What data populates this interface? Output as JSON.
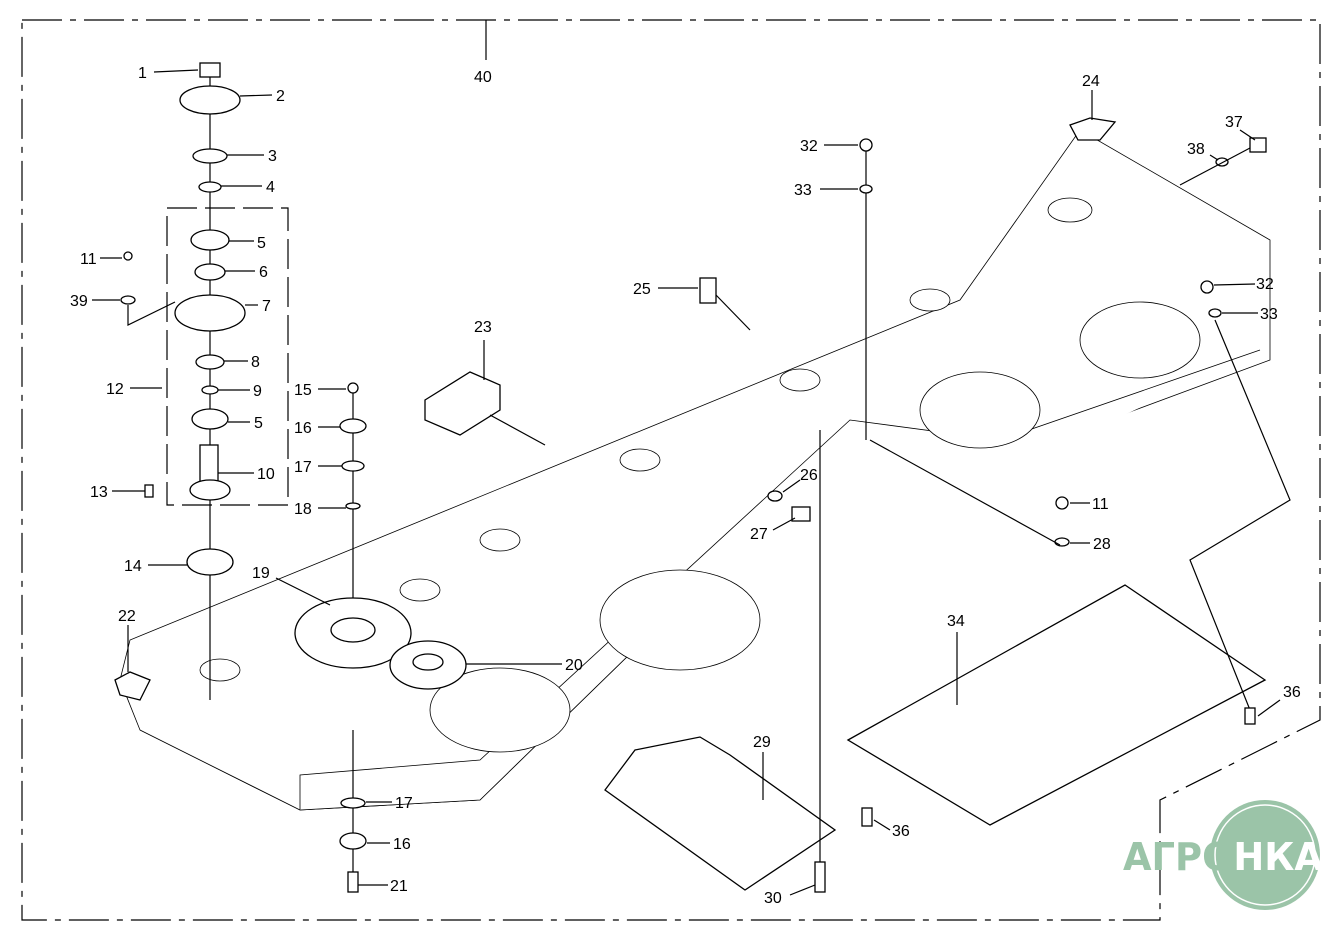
{
  "diagram": {
    "callouts": [
      {
        "id": "c1",
        "label": "1"
      },
      {
        "id": "c2",
        "label": "2"
      },
      {
        "id": "c3",
        "label": "3"
      },
      {
        "id": "c4",
        "label": "4"
      },
      {
        "id": "c5a",
        "label": "5"
      },
      {
        "id": "c6",
        "label": "6"
      },
      {
        "id": "c7",
        "label": "7"
      },
      {
        "id": "c11a",
        "label": "11"
      },
      {
        "id": "c39",
        "label": "39"
      },
      {
        "id": "c8",
        "label": "8"
      },
      {
        "id": "c12",
        "label": "12"
      },
      {
        "id": "c9",
        "label": "9"
      },
      {
        "id": "c5b",
        "label": "5"
      },
      {
        "id": "c15",
        "label": "15"
      },
      {
        "id": "c16a",
        "label": "16"
      },
      {
        "id": "c17a",
        "label": "17"
      },
      {
        "id": "c10",
        "label": "10"
      },
      {
        "id": "c13",
        "label": "13"
      },
      {
        "id": "c18",
        "label": "18"
      },
      {
        "id": "c14",
        "label": "14"
      },
      {
        "id": "c19",
        "label": "19"
      },
      {
        "id": "c20",
        "label": "20"
      },
      {
        "id": "c22",
        "label": "22"
      },
      {
        "id": "c23",
        "label": "23"
      },
      {
        "id": "c24",
        "label": "24"
      },
      {
        "id": "c25",
        "label": "25"
      },
      {
        "id": "c26",
        "label": "26"
      },
      {
        "id": "c27",
        "label": "27"
      },
      {
        "id": "c32a",
        "label": "32"
      },
      {
        "id": "c33a",
        "label": "33"
      },
      {
        "id": "c37",
        "label": "37"
      },
      {
        "id": "c38",
        "label": "38"
      },
      {
        "id": "c32b",
        "label": "32"
      },
      {
        "id": "c33b",
        "label": "33"
      },
      {
        "id": "c11b",
        "label": "11"
      },
      {
        "id": "c28",
        "label": "28"
      },
      {
        "id": "c34",
        "label": "34"
      },
      {
        "id": "c36a",
        "label": "36"
      },
      {
        "id": "c29",
        "label": "29"
      },
      {
        "id": "c36b",
        "label": "36"
      },
      {
        "id": "c17b",
        "label": "17"
      },
      {
        "id": "c16b",
        "label": "16"
      },
      {
        "id": "c21",
        "label": "21"
      },
      {
        "id": "c30",
        "label": "30"
      },
      {
        "id": "c40",
        "label": "40"
      }
    ]
  },
  "logo": {
    "text": "АГРОНКА",
    "color": "#9bc4a8"
  }
}
